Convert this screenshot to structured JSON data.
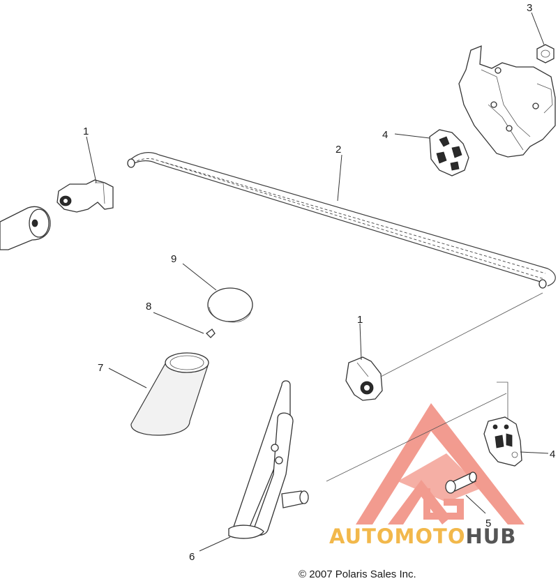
{
  "callouts": [
    {
      "id": "c1a",
      "label": "1"
    },
    {
      "id": "c1b",
      "label": "1"
    },
    {
      "id": "c2",
      "label": "2"
    },
    {
      "id": "c3",
      "label": "3"
    },
    {
      "id": "c4a",
      "label": "4"
    },
    {
      "id": "c4b",
      "label": "4"
    },
    {
      "id": "c5",
      "label": "5"
    },
    {
      "id": "c6",
      "label": "6"
    },
    {
      "id": "c7",
      "label": "7"
    },
    {
      "id": "c8",
      "label": "8"
    },
    {
      "id": "c9",
      "label": "9"
    }
  ],
  "copyright": "© 2007  Polaris Sales Inc.",
  "watermark": {
    "part1": "AUTOMOTO",
    "part2": "HUB",
    "color_main": "#f08a7c",
    "color_part1": "#f2b84b",
    "color_part2": "#555555"
  }
}
